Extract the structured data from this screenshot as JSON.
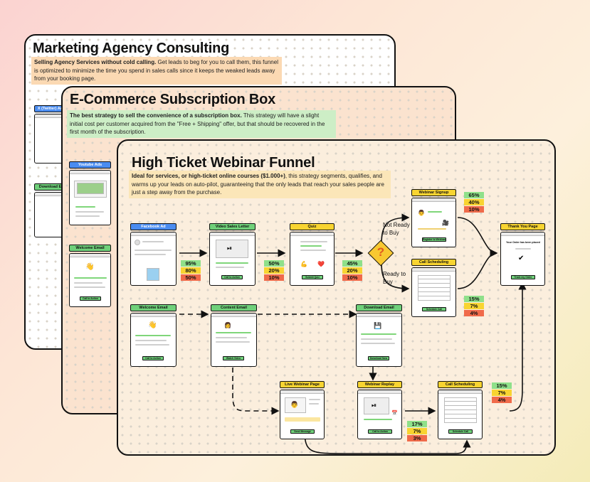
{
  "boards": {
    "back": {
      "title": "Marketing Agency Consulting",
      "desc_bold": "Selling Agency Services without cold calling.",
      "desc_rest": " Get leads to beg for you to call them, this funnel is optimized to minimize the time you spend in sales calls since it keeps the weaked leads away from your booking page.",
      "nodes": [
        "X (Twitter) Ad",
        "Download E"
      ]
    },
    "middle": {
      "title": "E-Commerce Subscription Box",
      "desc_bold": "The best strategy to sell the convenience of a subscription box.",
      "desc_rest": " This strategy will have a slight initial cost per customer acquired from the \"Free + Shipping\" offer, but that should be recovered in the first month of the subscription.",
      "nodes": [
        "Youtube Ads",
        "Welcome Email"
      ]
    },
    "front": {
      "title": "High Ticket Webinar Funnel",
      "desc_bold": "Ideal for services, or high-ticket online courses ($1.000+)",
      "desc_rest": ", this strategy segments, qualifies, and warms up your leads on auto-pilot, guaranteeing  that the only leads that reach your sales people are just a step away from the purchase."
    }
  },
  "funnel": {
    "facebook_ad": {
      "label": "Facebook Ad",
      "stats": [
        "95%",
        "80%",
        "50%"
      ]
    },
    "video_sales_letter": {
      "label": "Video Sales Letter",
      "button": "Call to Action",
      "stats": [
        "50%",
        "20%",
        "10%"
      ]
    },
    "quiz": {
      "label": "Quiz",
      "button": "Submit Quiz",
      "stats": [
        "45%",
        "20%",
        "10%"
      ]
    },
    "decision": {
      "symbol": "?",
      "top_branch": "Not Ready\nto Buy",
      "bottom_branch": "Ready to\nBuy"
    },
    "webinar_signup": {
      "label": "Webinar Signup",
      "button": "Register to Webinar",
      "stats": [
        "65%",
        "40%",
        "10%"
      ]
    },
    "call_scheduling_top": {
      "label": "Call Scheduling",
      "button": "Schedule Call",
      "stats": [
        "15%",
        "7%",
        "4%"
      ]
    },
    "thank_you": {
      "label": "Thank You Page",
      "heading": "Your Order has been placed",
      "button": "Track my Order"
    },
    "welcome_email": {
      "label": "Welcome Email",
      "button": "Call to Action"
    },
    "content_email": {
      "label": "Content Email",
      "button": "Watch Video"
    },
    "download_email": {
      "label": "Download Email",
      "button": "Download Now"
    },
    "live_webinar": {
      "label": "Live Webinar Page",
      "button": "Send Message"
    },
    "webinar_replay": {
      "label": "Webinar Replay",
      "button": "Call to Action",
      "stats": [
        "17%",
        "7%",
        "3%"
      ]
    },
    "call_scheduling_bottom": {
      "label": "Call Scheduling",
      "button": "Schedule Call",
      "stats": [
        "15%",
        "7%",
        "4%"
      ]
    }
  },
  "colors": {
    "blue_tag": "#4a8cf0",
    "green_tag": "#6fd07a",
    "yellow_tag": "#f8d431",
    "stat_green": "#8fe08a",
    "stat_yellow": "#f8d431",
    "stat_red": "#f06a4a"
  }
}
